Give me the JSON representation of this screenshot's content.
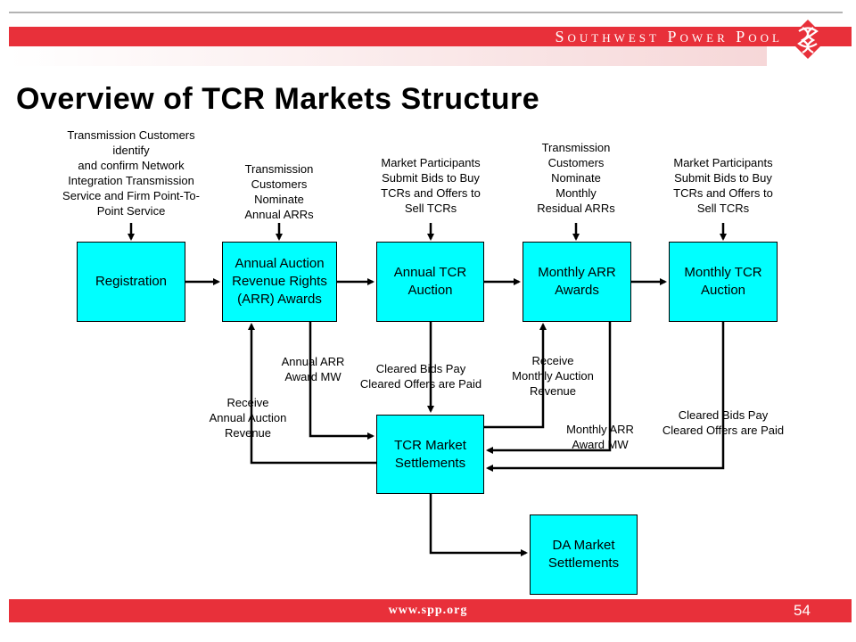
{
  "header": {
    "brand": "Southwest Power Pool",
    "title": "Overview of TCR Markets Structure"
  },
  "boxes": {
    "registration": "Registration",
    "annual_arr": "Annual Auction Revenue Rights (ARR) Awards",
    "annual_tcr": "Annual TCR Auction",
    "monthly_arr": "Monthly ARR Awards",
    "monthly_tcr": "Monthly TCR Auction",
    "settlements": "TCR Market Settlements",
    "da_settlements": "DA Market Settlements"
  },
  "labels": {
    "top_registration": "Transmission Customers\nidentify\nand confirm Network\nIntegration Transmission\nService and Firm Point-To-\nPoint Service",
    "top_annual_arr": "Transmission\nCustomers\nNominate\nAnnual ARRs",
    "top_annual_tcr": "Market Participants\nSubmit Bids to Buy\nTCRs and Offers to\nSell TCRs",
    "top_monthly_arr": "Transmission\nCustomers\nNominate\nMonthly\nResidual ARRs",
    "top_monthly_tcr": "Market Participants\nSubmit Bids to Buy\nTCRs and Offers to\nSell TCRs",
    "annual_arr_award_mw": "Annual ARR\nAward MW",
    "cleared_annual": "Cleared Bids Pay\nCleared Offers are Paid",
    "receive_monthly": "Receive\nMonthly Auction\nRevenue",
    "receive_annual": "Receive\nAnnual Auction\nRevenue",
    "monthly_arr_award_mw": "Monthly ARR\nAward MW",
    "cleared_monthly": "Cleared Bids Pay\nCleared Offers are Paid"
  },
  "footer": {
    "url": "www.spp.org",
    "page": "54"
  },
  "colors": {
    "banner": "#e8303a",
    "box_fill": "#00ffff"
  }
}
